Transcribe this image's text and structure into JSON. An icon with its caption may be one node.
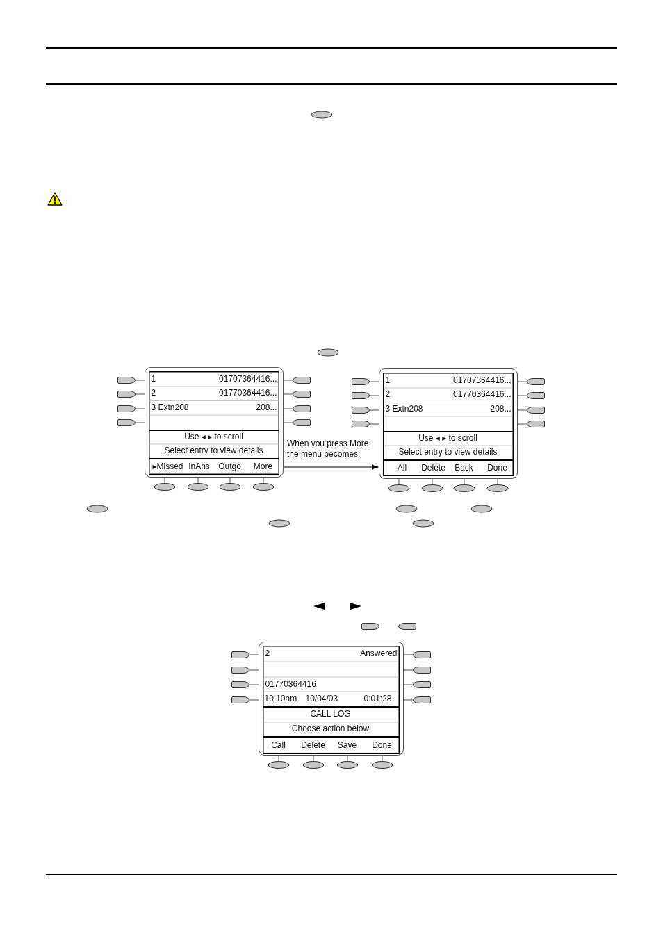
{
  "diagram": {
    "nodes": [
      {
        "text": [
          "1",
          "01707364416...",
          "2",
          "01770364416...",
          "3 Extn208",
          "208...",
          "Use ◂ ▸ to scroll",
          "Select entry to view details",
          "▸Missed",
          "InAns",
          "Outgo",
          "More"
        ]
      },
      {
        "text": [
          "1",
          "01707364416...",
          "2",
          "01770364416...",
          "3 Extn208",
          "208...",
          "Use ◂ ▸ to scroll",
          "Select entry to view details",
          "All",
          "Delete",
          "Back",
          "Done"
        ]
      },
      {
        "text": [
          "2",
          "Answered",
          "01770364416",
          "10:10am",
          "10/04/03",
          "0:01:28",
          "CALL LOG",
          "Choose action below",
          "Call",
          "Delete",
          "Save",
          "Done"
        ]
      }
    ],
    "edges": [
      {
        "from": 0,
        "to": 1,
        "arrow": "to",
        "label": "When you press More the menu becomes:"
      }
    ]
  }
}
